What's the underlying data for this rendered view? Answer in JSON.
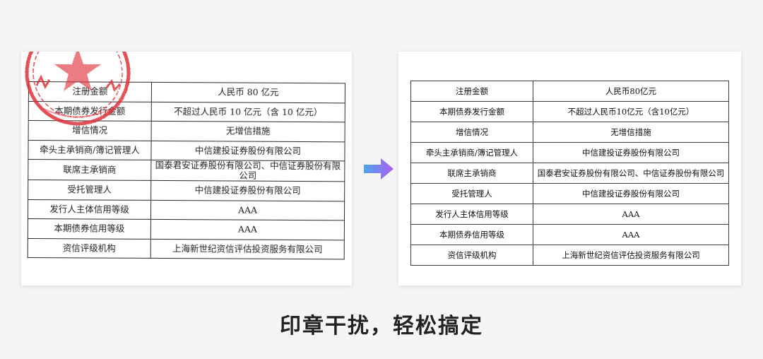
{
  "left_table": {
    "rows": [
      {
        "label": "注册金额",
        "value": "人民币 80 亿元"
      },
      {
        "label": "本期债券发行金额",
        "value": "不超过人民币 10 亿元（含 10 亿元）"
      },
      {
        "label": "增信情况",
        "value": "无增信措施"
      },
      {
        "label": "牵头主承销商/簿记管理人",
        "value": "中信建投证券股份有限公司"
      },
      {
        "label": "联席主承销商",
        "value": "国泰君安证券股份有限公司、中信证券股份有限公司"
      },
      {
        "label": "受托管理人",
        "value": "中信建投证券股份有限公司"
      },
      {
        "label": "发行人主体信用等级",
        "value": "AAA"
      },
      {
        "label": "本期债券信用等级",
        "value": "AAA"
      },
      {
        "label": "资信评级机构",
        "value": "上海新世纪资信评估投资服务有限公司"
      }
    ]
  },
  "right_table": {
    "rows": [
      {
        "label": "注册金额",
        "value": "人民币80亿元"
      },
      {
        "label": "本期债券发行金额",
        "value": "不超过人民币10亿元（含10亿元）"
      },
      {
        "label": "增信情况",
        "value": "无增信措施"
      },
      {
        "label": "牵头主承销商/簿记管理人",
        "value": "中信建投证券股份有限公司"
      },
      {
        "label": "联席主承销商",
        "value": "国泰君安证券股份有限公司、中信证券股份有限公司"
      },
      {
        "label": "受托管理人",
        "value": "中信建投证券股份有限公司"
      },
      {
        "label": "发行人主体信用等级",
        "value": "AAA"
      },
      {
        "label": "本期债券信用等级",
        "value": "AAA"
      },
      {
        "label": "资信评级机构",
        "value": "上海新世纪资信评估投资服务有限公司"
      }
    ]
  },
  "caption": "印章干扰，轻松搞定",
  "colors": {
    "seal": "#e0303a",
    "arrow_start": "#4aa8f0",
    "arrow_end": "#b05cf0"
  },
  "icons": {
    "arrow": "arrow-right-icon",
    "seal": "red-seal-stamp"
  }
}
